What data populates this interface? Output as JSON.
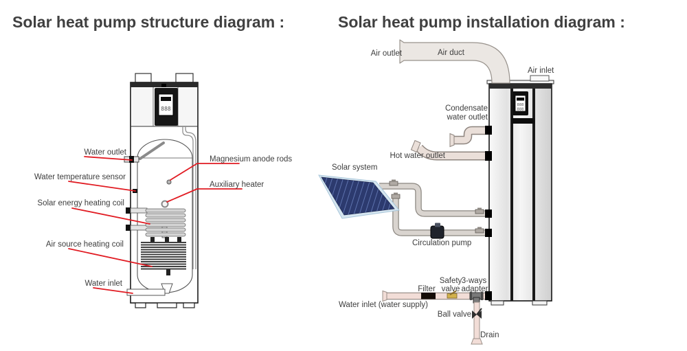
{
  "titles": {
    "structure": "Solar heat pump structure diagram :",
    "installation": "Solar heat pump installation diagram :"
  },
  "structure_diagram": {
    "display_value": "888",
    "labels": {
      "water_outlet": "Water outlet",
      "water_temperature_sensor": "Water temperature sensor",
      "solar_energy_heating_coil": "Solar energy heating coil",
      "air_source_heating_coil": "Air source heating coil",
      "water_inlet": "Water inlet",
      "magnesium_anode_rods": "Magnesium anode rods",
      "auxiliary_heater": "Auxiliary heater"
    }
  },
  "installation_diagram": {
    "display_value_row1": "888",
    "display_value_row2": "888",
    "labels": {
      "air_outlet": "Air outlet",
      "air_duct": "Air duct",
      "air_inlet": "Air inlet",
      "condensate_water_outlet_line1": "Condensate",
      "condensate_water_outlet_line2": "water outlet",
      "hot_water_outlet": "Hot water outlet",
      "solar_system": "Solar system",
      "circulation_pump": "Circulation pump",
      "safety": "Safety",
      "three_ways": "3-ways",
      "filter": "Filter",
      "valve": "valve",
      "adapter": "adapter",
      "water_inlet_supply": "Water inlet (water supply)",
      "ball_valve": "Ball valve",
      "drain": "Drain"
    }
  },
  "colors": {
    "leader_line_red": "#e11b22",
    "label_text": "#3d3d3d",
    "title_text": "#404040",
    "solar_panel_blue": "#2c3a6e",
    "solar_panel_stripe": "#5e73ae",
    "water_pipe_pink": "#f2ddd7",
    "solar_pipe_gray": "#d9d4cf",
    "air_duct_beige": "#ebe7e3",
    "safety_valve_brass": "#d2b14c"
  }
}
